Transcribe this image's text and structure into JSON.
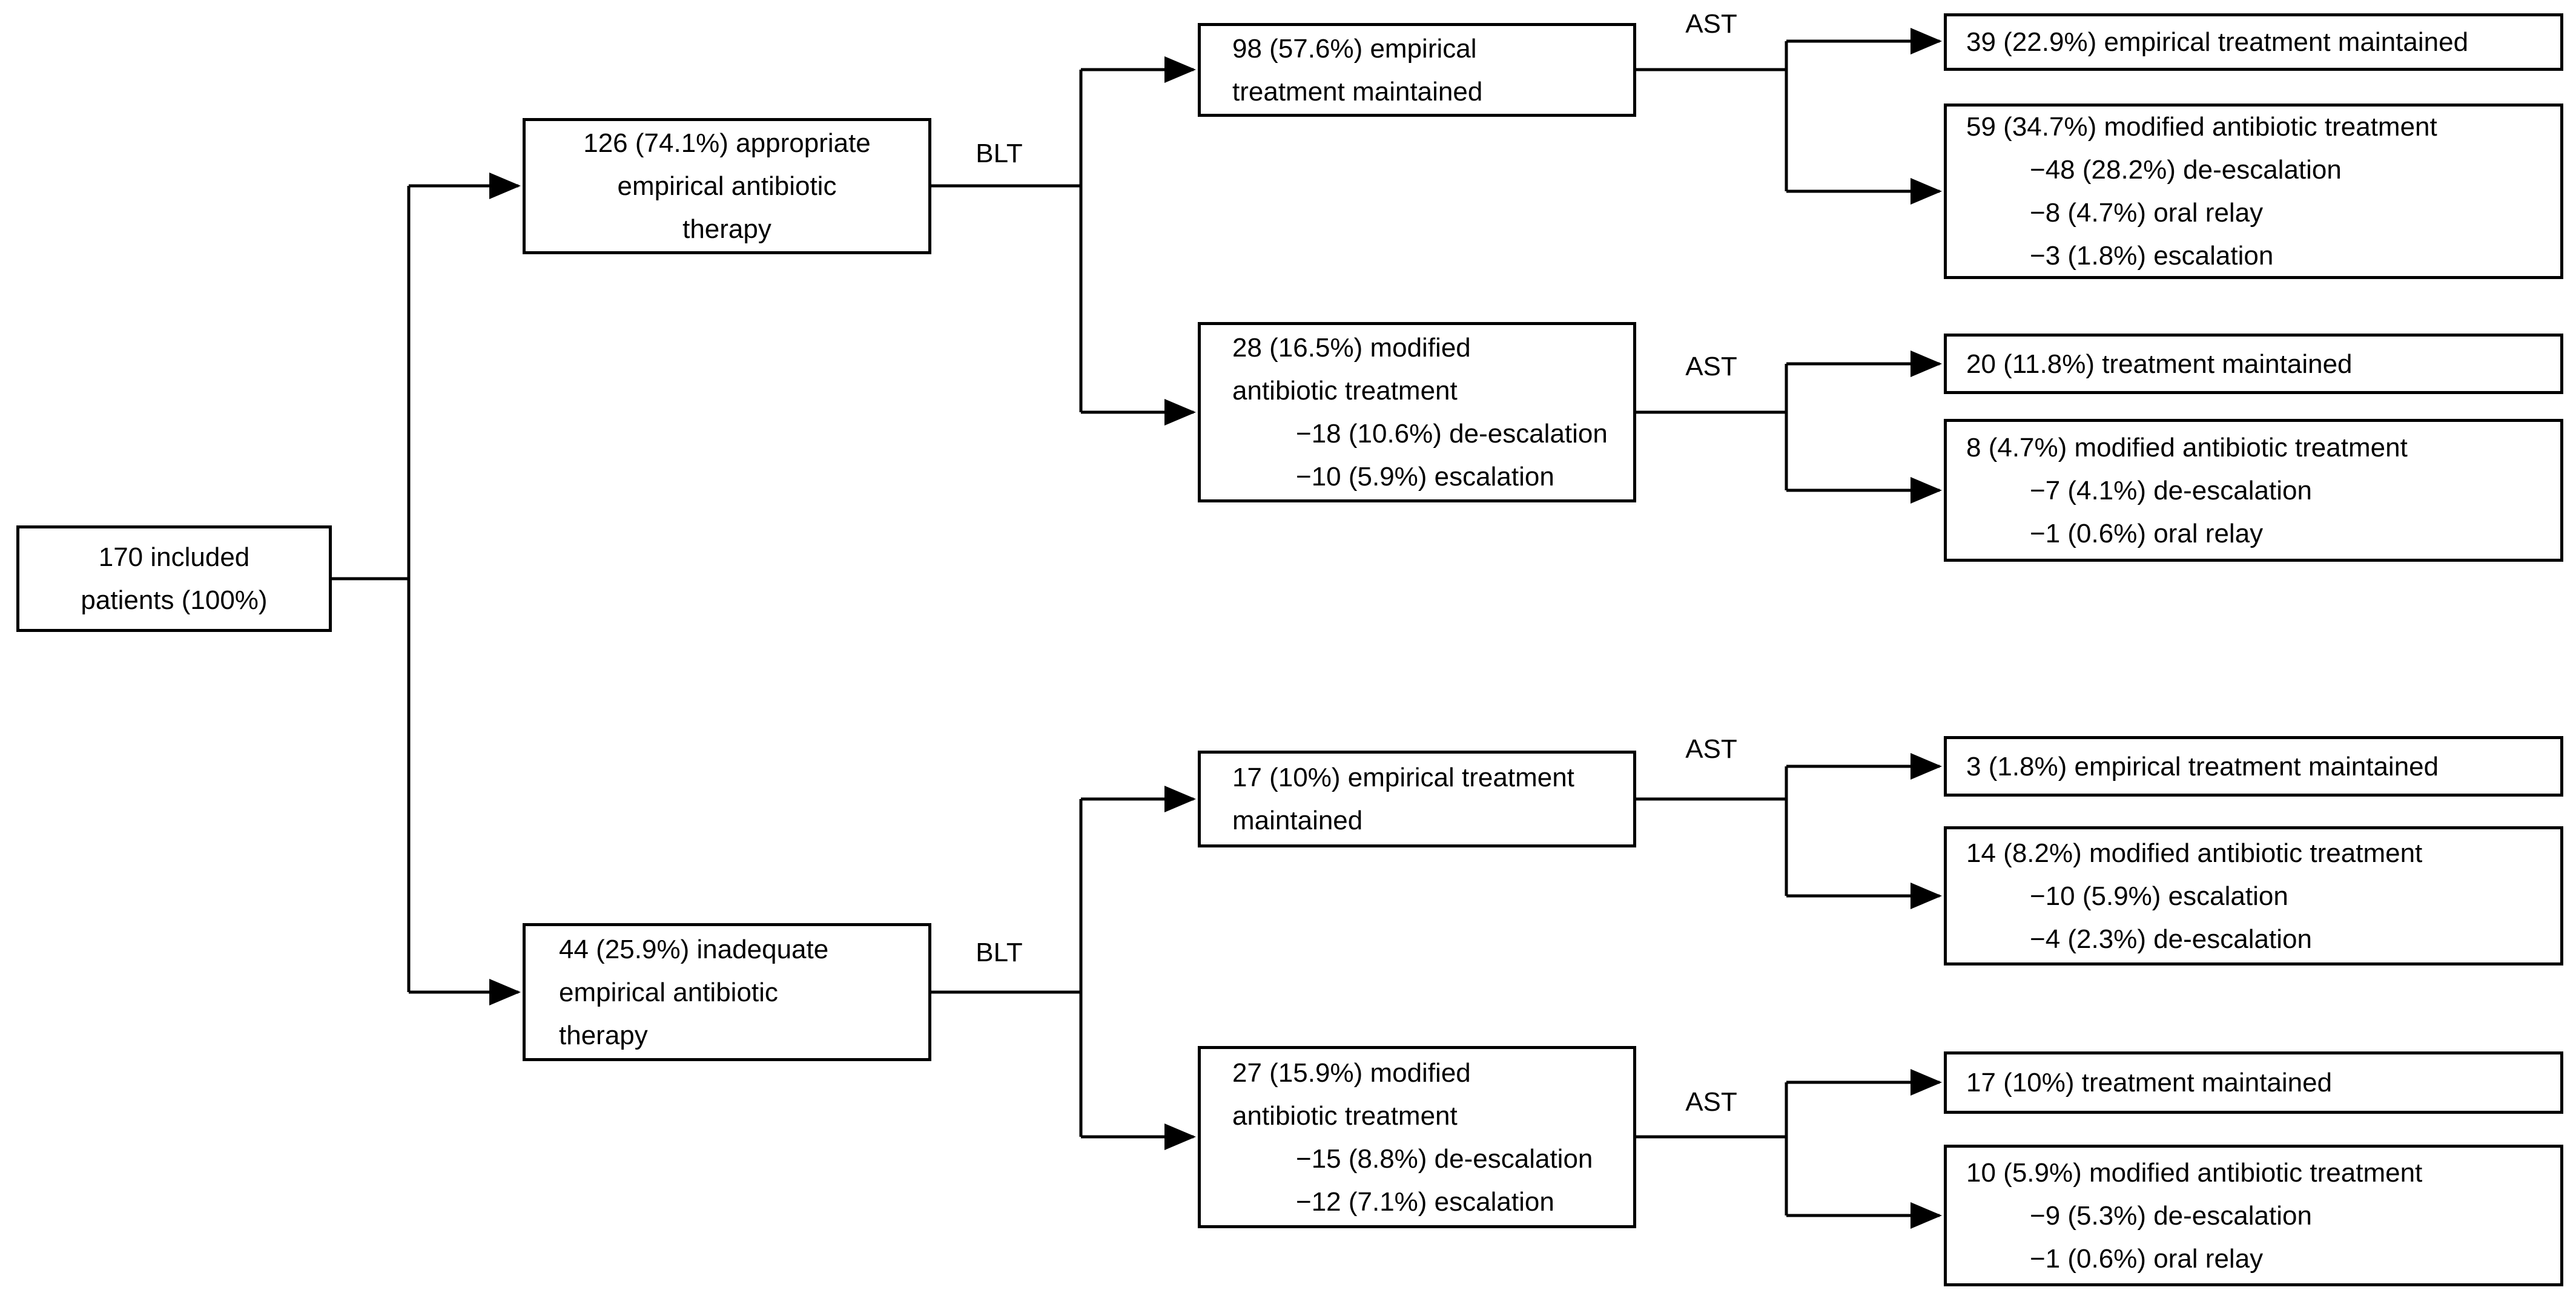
{
  "colors": {
    "background": "#ffffff",
    "line": "#000000",
    "text": "#000000"
  },
  "flow": {
    "root": {
      "lines": [
        "170 included",
        "patients (100%)"
      ]
    },
    "branches": [
      {
        "test_label": "BLT",
        "node": {
          "lines": [
            "126 (74.1%) appropriate",
            "empirical antibiotic",
            "therapy"
          ]
        },
        "children": [
          {
            "test_label": "AST",
            "node": {
              "lines": [
                "98 (57.6%) empirical",
                "treatment maintained"
              ]
            },
            "outcomes": [
              {
                "lines": [
                  "39 (22.9%) empirical treatment maintained"
                ]
              },
              {
                "lines": [
                  "59 (34.7%) modified antibiotic treatment",
                  "−48 (28.2%) de-escalation",
                  "−8 (4.7%) oral relay",
                  "−3 (1.8%) escalation"
                ]
              }
            ]
          },
          {
            "test_label": "AST",
            "node": {
              "lines": [
                "28 (16.5%) modified",
                "antibiotic treatment",
                "−18 (10.6%) de-escalation",
                "−10 (5.9%) escalation"
              ]
            },
            "outcomes": [
              {
                "lines": [
                  "20 (11.8%) treatment maintained"
                ]
              },
              {
                "lines": [
                  "8 (4.7%) modified antibiotic treatment",
                  "−7 (4.1%) de-escalation",
                  "−1 (0.6%) oral relay"
                ]
              }
            ]
          }
        ]
      },
      {
        "test_label": "BLT",
        "node": {
          "lines": [
            "44 (25.9%) inadequate",
            "empirical antibiotic",
            "therapy"
          ]
        },
        "children": [
          {
            "test_label": "AST",
            "node": {
              "lines": [
                "17 (10%) empirical treatment",
                "maintained"
              ]
            },
            "outcomes": [
              {
                "lines": [
                  "3 (1.8%) empirical treatment maintained"
                ]
              },
              {
                "lines": [
                  "14 (8.2%) modified antibiotic treatment",
                  "−10 (5.9%) escalation",
                  "−4 (2.3%) de-escalation"
                ]
              }
            ]
          },
          {
            "test_label": "AST",
            "node": {
              "lines": [
                "27 (15.9%) modified",
                "antibiotic treatment",
                "−15 (8.8%) de-escalation",
                "−12 (7.1%) escalation"
              ]
            },
            "outcomes": [
              {
                "lines": [
                  "17 (10%) treatment maintained"
                ]
              },
              {
                "lines": [
                  "10 (5.9%) modified antibiotic treatment",
                  "−9 (5.3%) de-escalation",
                  "−1 (0.6%) oral relay"
                ]
              }
            ]
          }
        ]
      }
    ]
  }
}
